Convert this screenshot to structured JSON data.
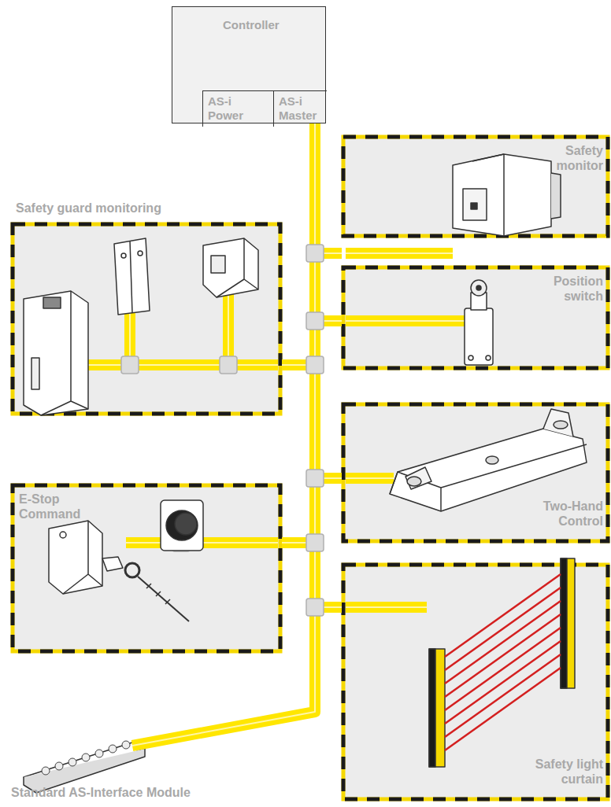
{
  "diagram": {
    "nodes": [
      {
        "text": [
          "Controller"
        ]
      },
      {
        "text": [
          "AS-i Power"
        ],
        "in": 0
      },
      {
        "text": [
          "AS-i Master"
        ],
        "in": 0
      },
      {
        "text": [
          "Safety monitor"
        ]
      },
      {
        "text": [
          "Safety guard monitoring"
        ]
      },
      {
        "text": [
          "Position switch"
        ]
      },
      {
        "text": [
          "E-Stop Command"
        ]
      },
      {
        "text": [
          "Two-Hand Control"
        ]
      },
      {
        "text": [
          "Safety light curtain"
        ]
      },
      {
        "text": [
          "Standard AS-Interface Module"
        ]
      }
    ],
    "edges": [
      {
        "from": 0,
        "to": 3,
        "arrow": "none"
      },
      {
        "from": 0,
        "to": 4,
        "arrow": "none"
      },
      {
        "from": 0,
        "to": 5,
        "arrow": "none"
      },
      {
        "from": 0,
        "to": 6,
        "arrow": "none"
      },
      {
        "from": 0,
        "to": 7,
        "arrow": "none"
      },
      {
        "from": 0,
        "to": 8,
        "arrow": "none"
      },
      {
        "from": 0,
        "to": 9,
        "arrow": "none"
      }
    ]
  }
}
